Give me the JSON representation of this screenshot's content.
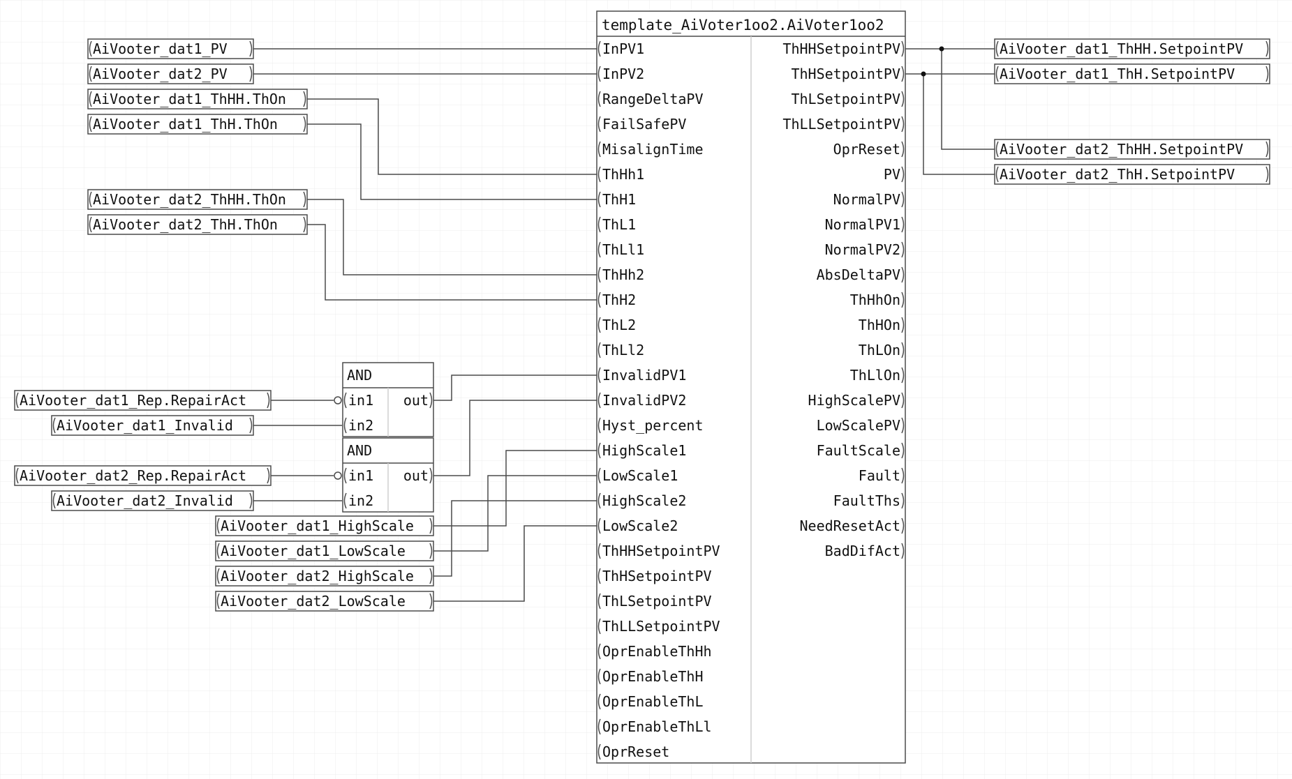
{
  "colors": {
    "background": "#ffffff",
    "grid": "#ececec",
    "line": "#4a4a4a",
    "text": "#111111"
  },
  "main_block": {
    "title": "template_AiVoter1oo2.AiVoter1oo2",
    "inputs": [
      "InPV1",
      "InPV2",
      "RangeDeltaPV",
      "FailSafePV",
      "MisalignTime",
      "ThHh1",
      "ThH1",
      "ThL1",
      "ThLl1",
      "ThHh2",
      "ThH2",
      "ThL2",
      "ThLl2",
      "InvalidPV1",
      "InvalidPV2",
      "Hyst_percent",
      "HighScale1",
      "LowScale1",
      "HighScale2",
      "LowScale2",
      "ThHHSetpointPV",
      "ThHSetpointPV",
      "ThLSetpointPV",
      "ThLLSetpointPV",
      "OprEnableThHh",
      "OprEnableThH",
      "OprEnableThL",
      "OprEnableThLl",
      "OprReset"
    ],
    "outputs": [
      "ThHHSetpointPV",
      "ThHSetpointPV",
      "ThLSetpointPV",
      "ThLLSetpointPV",
      "OprReset",
      "PV",
      "NormalPV",
      "NormalPV1",
      "NormalPV2",
      "AbsDeltaPV",
      "ThHhOn",
      "ThHOn",
      "ThLOn",
      "ThLlOn",
      "HighScalePV",
      "LowScalePV",
      "FaultScale",
      "Fault",
      "FaultThs",
      "NeedResetAct",
      "BadDifAct"
    ]
  },
  "and_blocks": [
    {
      "title": "AND",
      "in1": "in1",
      "in2": "in2",
      "out": "out"
    },
    {
      "title": "AND",
      "in1": "in1",
      "in2": "in2",
      "out": "out"
    }
  ],
  "input_tags": [
    "AiVooter_dat1_PV",
    "AiVooter_dat2_PV",
    "AiVooter_dat1_ThHH.ThOn",
    "AiVooter_dat1_ThH.ThOn",
    "AiVooter_dat2_ThHH.ThOn",
    "AiVooter_dat2_ThH.ThOn",
    "AiVooter_dat1_Rep.RepairAct",
    "AiVooter_dat1_Invalid",
    "AiVooter_dat2_Rep.RepairAct",
    "AiVooter_dat2_Invalid",
    "AiVooter_dat1_HighScale",
    "AiVooter_dat1_LowScale",
    "AiVooter_dat2_HighScale",
    "AiVooter_dat2_LowScale"
  ],
  "output_tags": [
    "AiVooter_dat1_ThHH.SetpointPV",
    "AiVooter_dat1_ThH.SetpointPV",
    "AiVooter_dat2_ThHH.SetpointPV",
    "AiVooter_dat2_ThH.SetpointPV"
  ]
}
